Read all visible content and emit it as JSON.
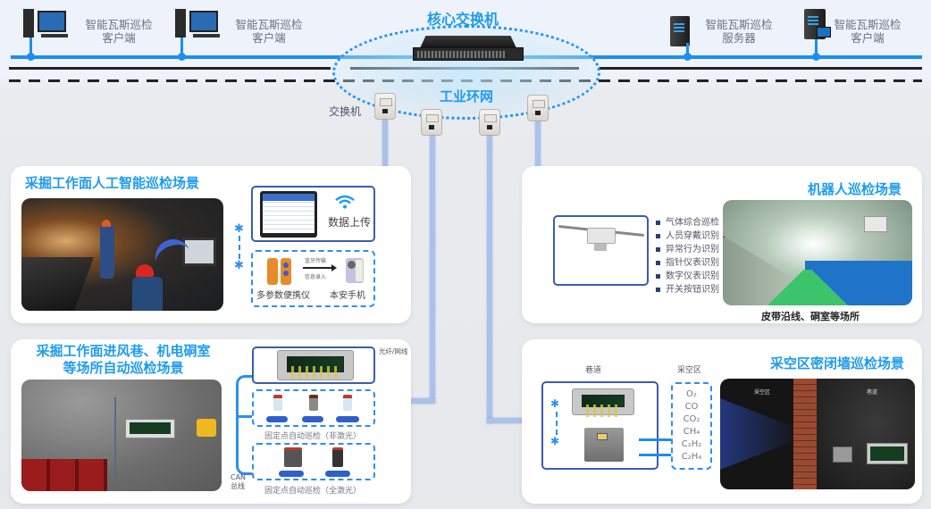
{
  "top_network": {
    "clients_left": [
      {
        "label_line1": "智能瓦斯巡检",
        "label_line2": "客户端"
      },
      {
        "label_line1": "智能瓦斯巡检",
        "label_line2": "客户端"
      }
    ],
    "core_switch_label": "核心交换机",
    "ring_label": "工业环网",
    "switch_label": "交换机",
    "server": {
      "label_line1": "智能瓦斯巡检",
      "label_line2": "服务器"
    },
    "client_right": {
      "label_line1": "智能瓦斯巡检",
      "label_line2": "客户端"
    }
  },
  "panel_ai_inspection": {
    "title": "采掘工作面人工智能巡检场景",
    "data_upload_label": "数据上传",
    "portable_device_label": "多参数便携仪",
    "phone_label": "本安手机",
    "arrow_top_label": "蓝牙传输",
    "arrow_bottom_label": "信息录入"
  },
  "panel_robot": {
    "title": "机器人巡检场景",
    "features": [
      "气体综合巡检",
      "人员穿戴识别",
      "异常行为识别",
      "指针仪表识别",
      "数字仪表识别",
      "开关按钮识别"
    ],
    "caption": "皮带沿线、硐室等场所"
  },
  "panel_auto_inspection": {
    "title_line1": "采掘工作面进风巷、机电硐室",
    "title_line2": "等场所自动巡检场景",
    "fiber_label": "光纤/网线",
    "can_label_line1": "CAN",
    "can_label_line2": "总线",
    "group1_label": "固定点自动巡检（非激光）",
    "group2_label": "固定点自动巡检（全激光）"
  },
  "panel_goaf": {
    "title": "采空区密闭墙巡检场景",
    "roadway_label": "巷道",
    "goaf_label": "采空区",
    "gases": [
      "O₂",
      "CO",
      "CO₂",
      "CH₄",
      "C₂H₂",
      "C₂H₄"
    ],
    "photo_left_label": "采空区",
    "photo_right_label": "巷道"
  },
  "colors": {
    "accent_blue": "#1e9bef",
    "network_line": "#1a8ff0",
    "box_border": "#3b5cb0",
    "cable": "#a9c2ec"
  }
}
